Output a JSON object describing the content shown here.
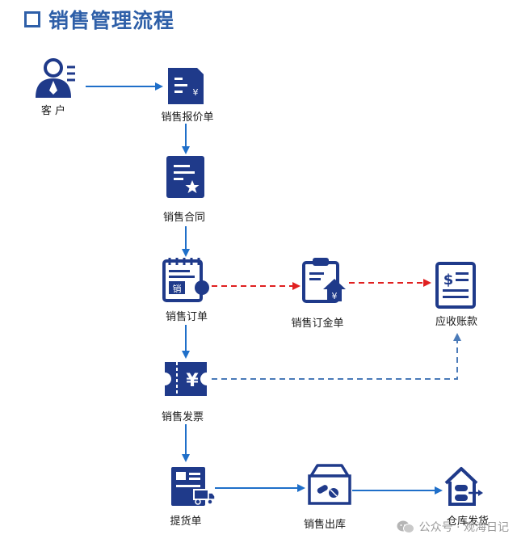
{
  "title": "销售管理流程",
  "nodes": {
    "customer": "客 户",
    "quote": "销售报价单",
    "contract": "销售合同",
    "order": "销售订单",
    "order_badge": "销",
    "deposit": "销售订金单",
    "receivable": "应收账款",
    "invoice": "销售发票",
    "delivery_note": "提货单",
    "outbound": "销售出库",
    "warehouse": "仓库发货"
  },
  "watermark": {
    "text": "公众号 · 观海日记"
  },
  "colors": {
    "primary": "#1f3a8a",
    "arrow_solid": "#1f6fc9",
    "arrow_red": "#e02020",
    "arrow_dashed_blue": "#4a7ab8"
  }
}
